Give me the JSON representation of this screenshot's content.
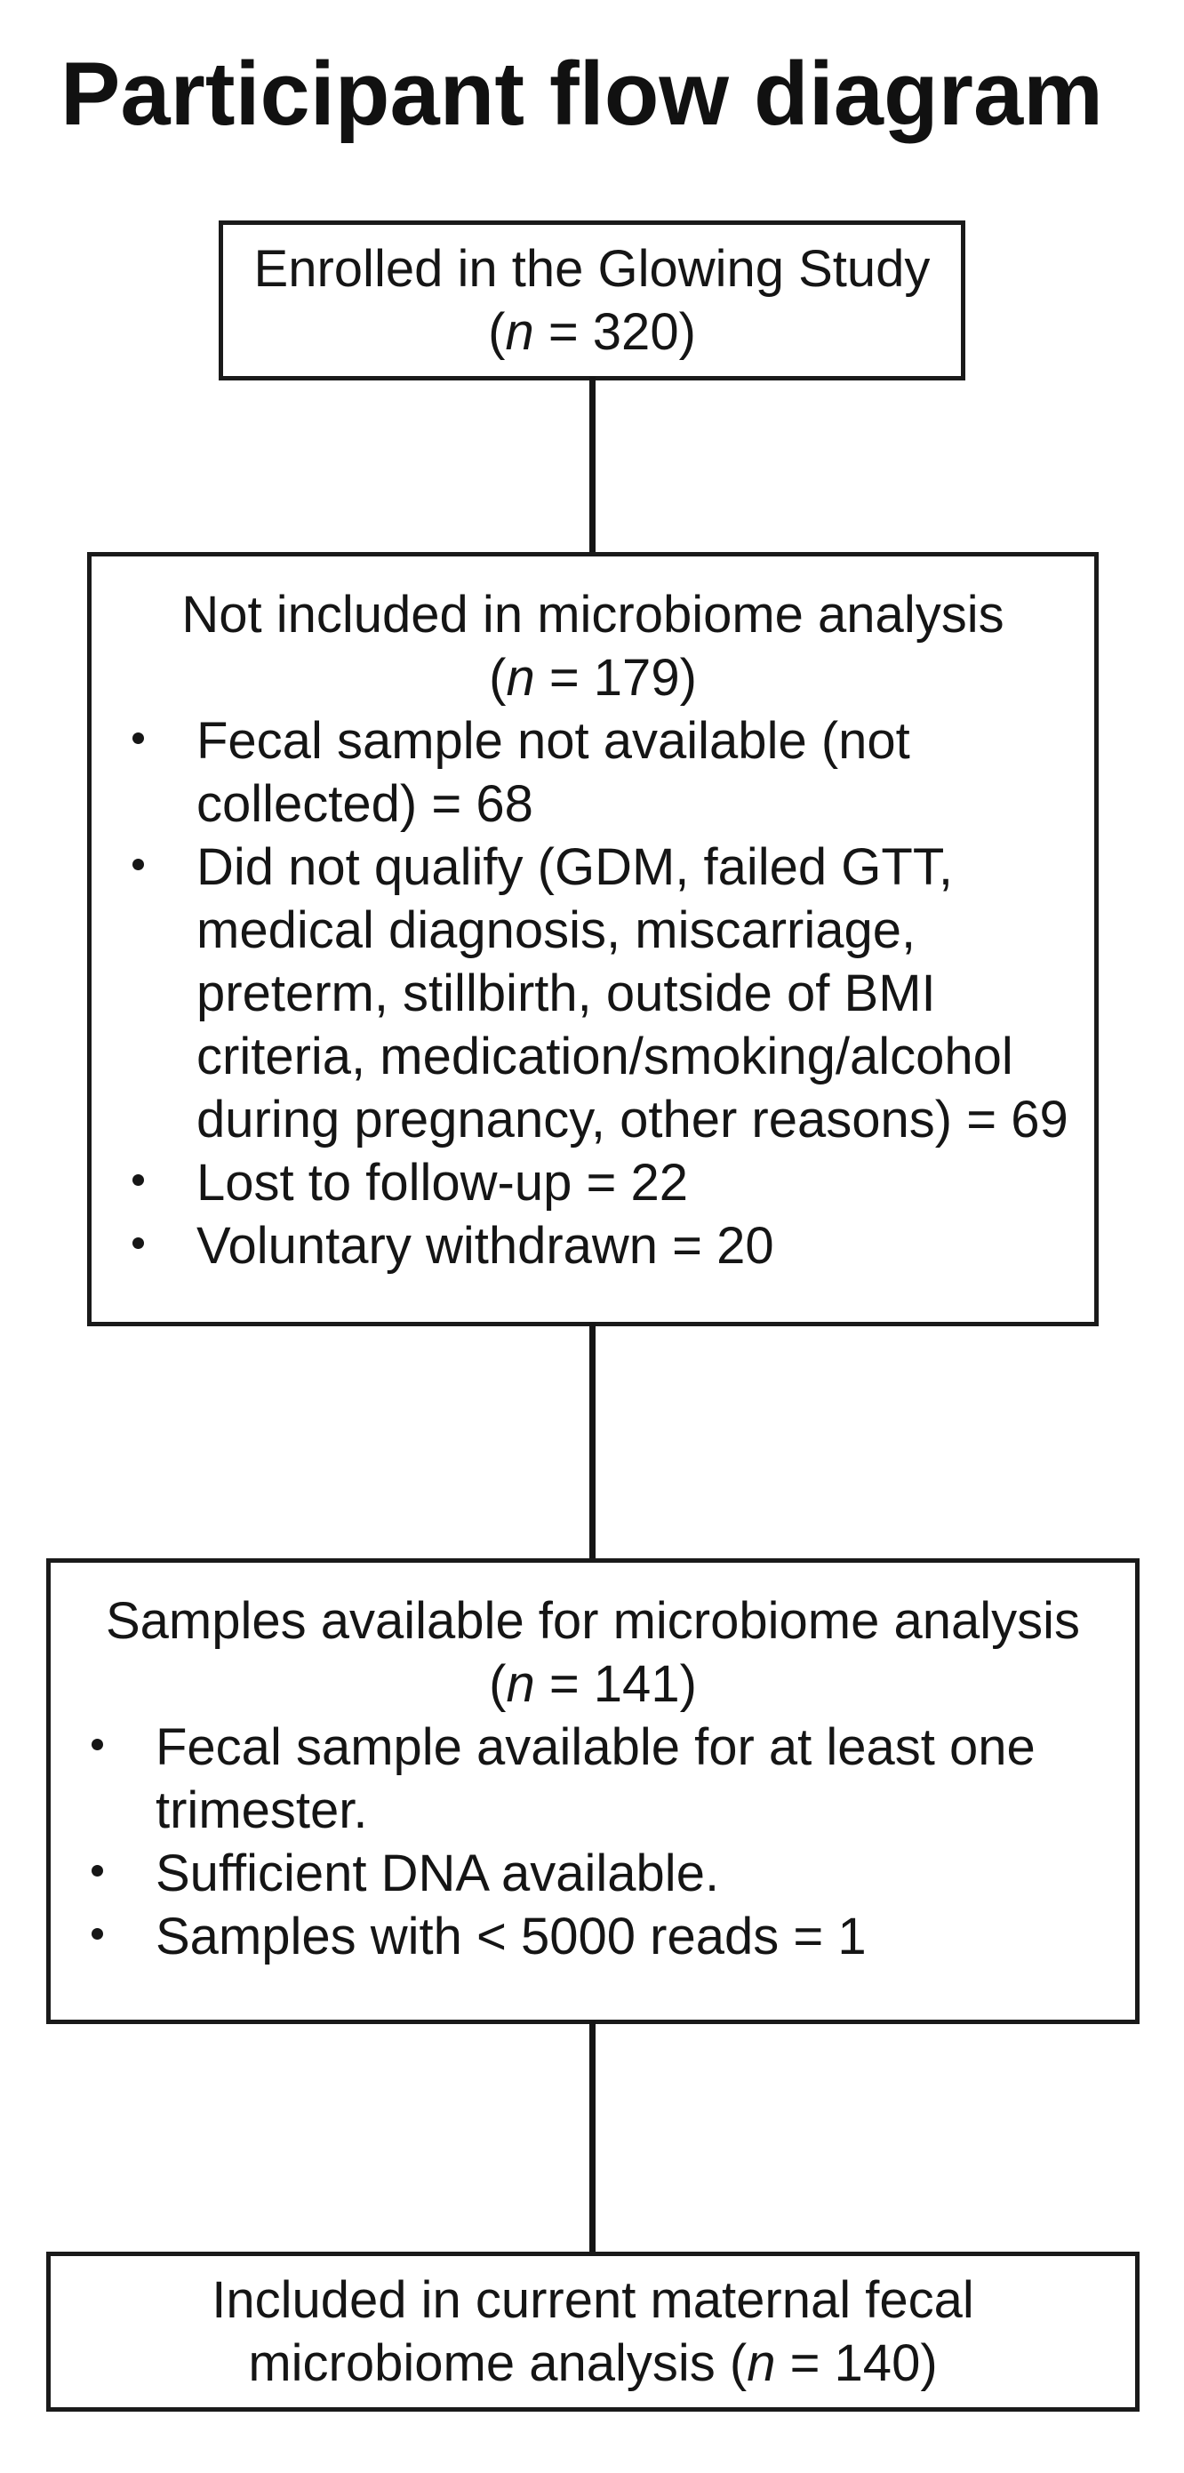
{
  "title": "Participant flow diagram",
  "colors": {
    "ink": "#1a1a1a",
    "background": "#ffffff"
  },
  "box1": {
    "header": "Enrolled in the Glowing Study",
    "count_pre": "(",
    "count_n": "n",
    "count_post": " = 320)"
  },
  "box2": {
    "header": "Not included in microbiome analysis",
    "count_pre": "(",
    "count_n": "n",
    "count_post": " = 179)",
    "bullets": [
      "Fecal sample not available (not collected) = 68",
      "Did not qualify (GDM, failed GTT, medical diagnosis, miscarriage, preterm, stillbirth, outside of BMI criteria, medication/smoking/alcohol during pregnancy, other reasons) = 69",
      "Lost to follow-up = 22",
      "Voluntary withdrawn = 20"
    ]
  },
  "box3": {
    "header": "Samples available for microbiome analysis",
    "count_pre": "(",
    "count_n": "n",
    "count_post": " = 141)",
    "bullets": [
      "Fecal sample available for at least one trimester.",
      "Sufficient DNA available.",
      "Samples with < 5000 reads = 1"
    ]
  },
  "box4": {
    "line1": "Included in current maternal fecal",
    "line2_pre": "microbiome analysis (",
    "count_n": "n",
    "count_post": " = 140)"
  }
}
